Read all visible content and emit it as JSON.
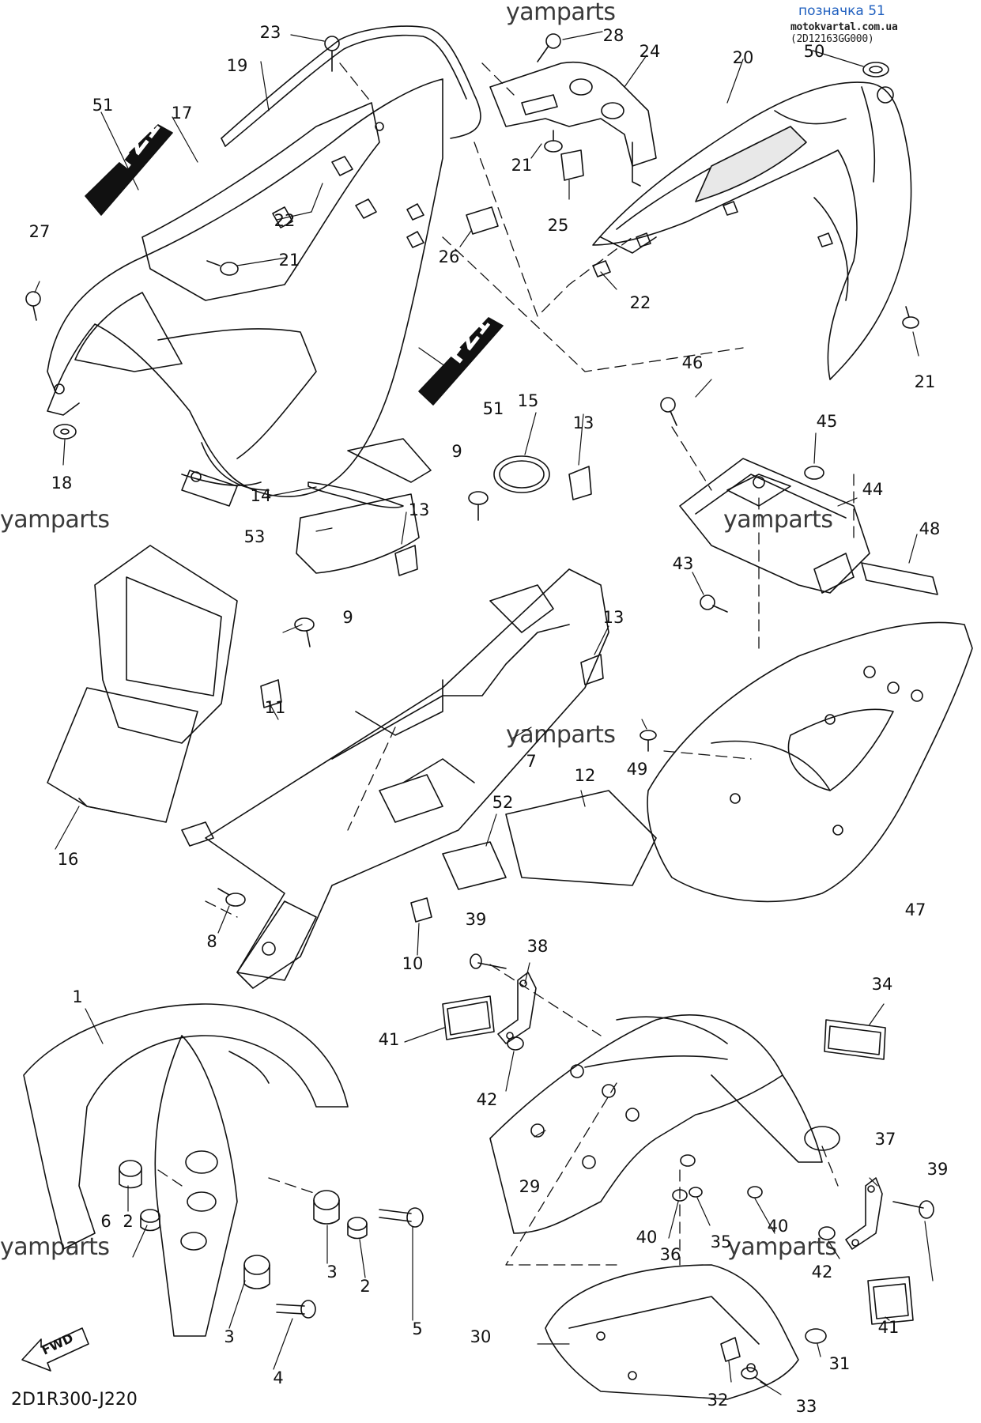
{
  "header": {
    "designation": "позначка 51",
    "site": "motokvartal.com.ua",
    "catalog_code": "(2D12163GG000)"
  },
  "watermarks": [
    "yamparts",
    "yamparts",
    "yamparts",
    "yamparts",
    "yamparts",
    "yamparts"
  ],
  "diagram_code": "2D1R300-J220",
  "fwd_label": "FWD",
  "decal_text": "FZ1",
  "callouts": [
    "1",
    "2",
    "2",
    "3",
    "3",
    "4",
    "5",
    "6",
    "7",
    "8",
    "9",
    "9",
    "10",
    "11",
    "12",
    "13",
    "13",
    "13",
    "14",
    "15",
    "16",
    "17",
    "18",
    "19",
    "20",
    "21",
    "21",
    "21",
    "22",
    "22",
    "23",
    "24",
    "25",
    "26",
    "27",
    "28",
    "29",
    "30",
    "31",
    "32",
    "33",
    "34",
    "35",
    "36",
    "37",
    "38",
    "39",
    "39",
    "40",
    "40",
    "41",
    "41",
    "42",
    "42",
    "43",
    "44",
    "45",
    "46",
    "47",
    "48",
    "49",
    "50",
    "51",
    "51",
    "52",
    "53"
  ]
}
